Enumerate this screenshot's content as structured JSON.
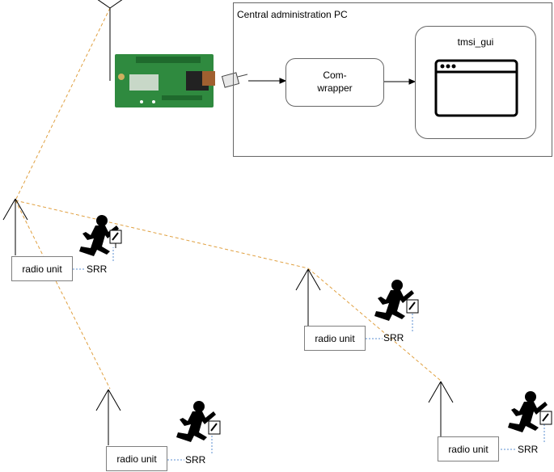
{
  "pc": {
    "title": "Central administration PC",
    "com_wrapper_line1": "Com-",
    "com_wrapper_line2": "wrapper",
    "gui_title": "tmsi_gui"
  },
  "stations": [
    {
      "radio_label": "radio unit",
      "srr_label": "SRR"
    },
    {
      "radio_label": "radio unit",
      "srr_label": "SRR"
    },
    {
      "radio_label": "radio unit",
      "srr_label": "SRR"
    },
    {
      "radio_label": "radio unit",
      "srr_label": "SRR"
    }
  ],
  "colors": {
    "link_dashed": "#e0a040",
    "srr_link": "#5b8fd0",
    "board": "#2f8a3f"
  },
  "icons": [
    "antenna-icon",
    "runner-icon",
    "usb-plug-icon",
    "app-window-icon",
    "circuit-board-icon"
  ]
}
